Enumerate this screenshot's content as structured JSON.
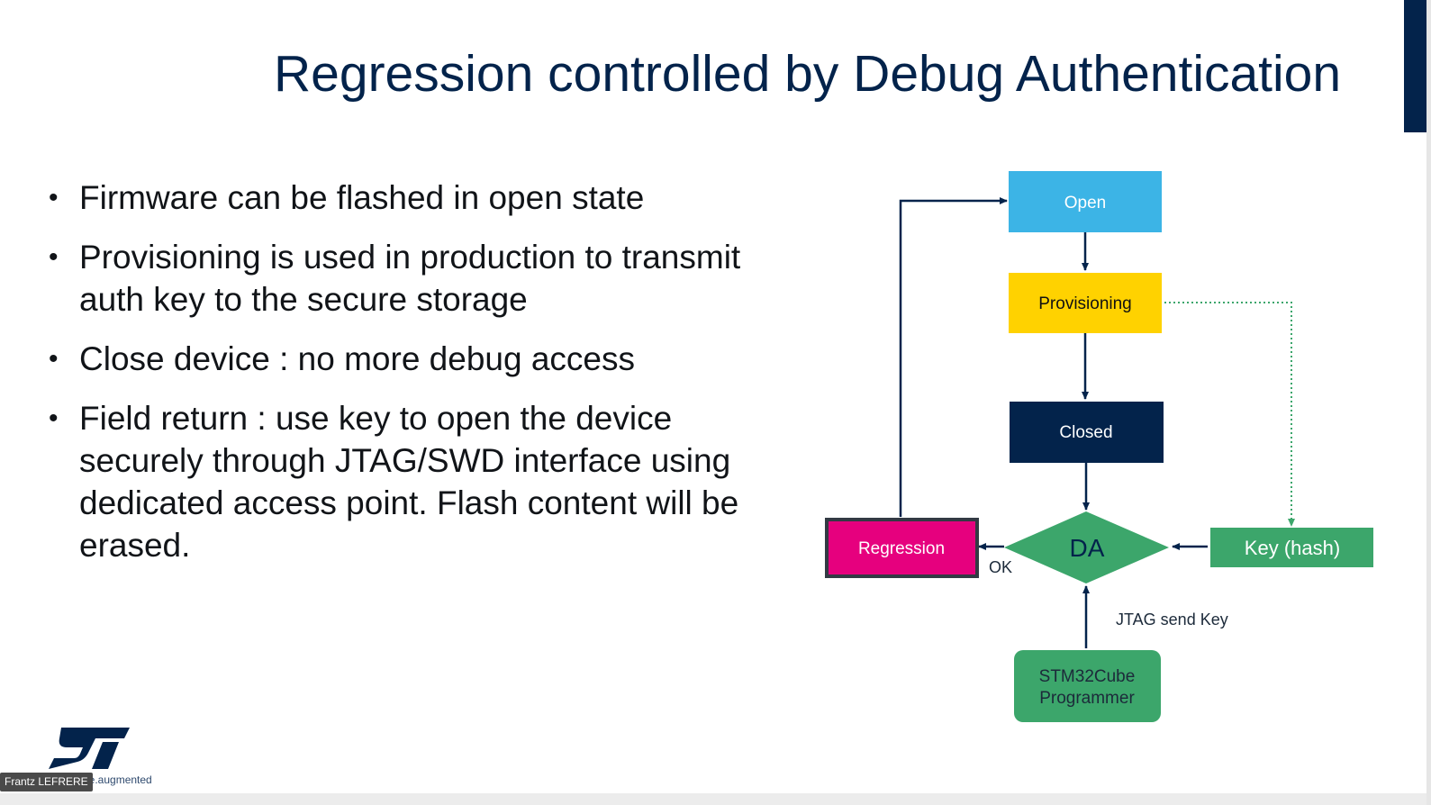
{
  "slide": {
    "title": "Regression controlled by Debug Authentication",
    "bullets": [
      "Firmware can be flashed in open state",
      "Provisioning is used in production to transmit auth key to the secure storage",
      "Close device : no more debug access",
      "Field return : use key to open the device securely through JTAG/SWD interface using dedicated access point. Flash content will be erased."
    ]
  },
  "diagram": {
    "open": "Open",
    "provisioning": "Provisioning",
    "closed": "Closed",
    "da": "DA",
    "regression": "Regression",
    "key": "Key (hash)",
    "programmer_line1": "STM32Cube",
    "programmer_line2": "Programmer",
    "ok_label": "OK",
    "jtag_label": "JTAG send Key"
  },
  "footer": {
    "logo": "ST",
    "tagline": "life.augmented",
    "presenter": "Frantz LEFRERE"
  },
  "colors": {
    "title": "#03234b",
    "open": "#3cb4e6",
    "provisioning": "#ffd200",
    "closed": "#03234b",
    "regression": "#e6007e",
    "green": "#3ca66b"
  }
}
